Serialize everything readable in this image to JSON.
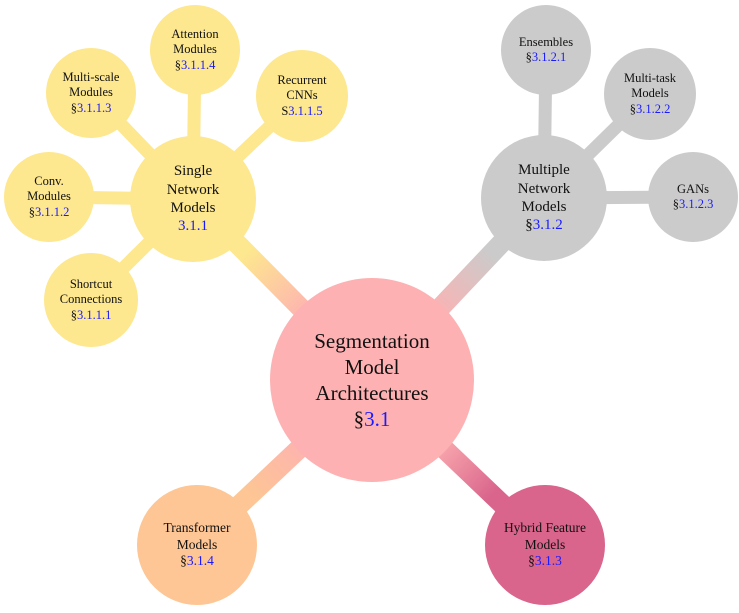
{
  "root": {
    "lines": [
      "Segmentation",
      "Model",
      "Architectures"
    ],
    "sec": "§",
    "ref": "3.1"
  },
  "single": {
    "lines": [
      "Single",
      "Network",
      "Models"
    ],
    "sec": "",
    "ref": "3.1.1",
    "children": [
      {
        "id": "attention",
        "lines": [
          "Attention",
          "Modules"
        ],
        "sec": "§",
        "ref": "3.1.1.4"
      },
      {
        "id": "recurrent",
        "lines": [
          "Recurrent",
          "CNNs"
        ],
        "sec": "S",
        "ref": "3.1.1.5"
      },
      {
        "id": "multiscale",
        "lines": [
          "Multi-scale",
          "Modules"
        ],
        "sec": "§",
        "ref": "3.1.1.3"
      },
      {
        "id": "conv",
        "lines": [
          "Conv.",
          "Modules"
        ],
        "sec": "§",
        "ref": "3.1.1.2"
      },
      {
        "id": "shortcut",
        "lines": [
          "Shortcut",
          "Connections"
        ],
        "sec": "§",
        "ref": "3.1.1.1"
      }
    ]
  },
  "multiple": {
    "lines": [
      "Multiple",
      "Network",
      "Models"
    ],
    "sec": "§",
    "ref": "3.1.2",
    "children": [
      {
        "id": "ensembles",
        "lines": [
          "Ensembles"
        ],
        "sec": "§",
        "ref": "3.1.2.1"
      },
      {
        "id": "multitask",
        "lines": [
          "Multi-task",
          "Models"
        ],
        "sec": "§",
        "ref": "3.1.2.2"
      },
      {
        "id": "gans",
        "lines": [
          "GANs"
        ],
        "sec": "§",
        "ref": "3.1.2.3"
      }
    ]
  },
  "transformer": {
    "lines": [
      "Transformer",
      "Models"
    ],
    "sec": "§",
    "ref": "3.1.4"
  },
  "hybrid": {
    "lines": [
      "Hybrid Feature",
      "Models"
    ],
    "sec": "§",
    "ref": "3.1.3"
  },
  "colors": {
    "root": "#fdb1b2",
    "single": "#fde78f",
    "multiple": "#cbcbcb",
    "transformer": "#fdc694",
    "hybrid": "#d9648c",
    "ref": "#1a1aff"
  }
}
